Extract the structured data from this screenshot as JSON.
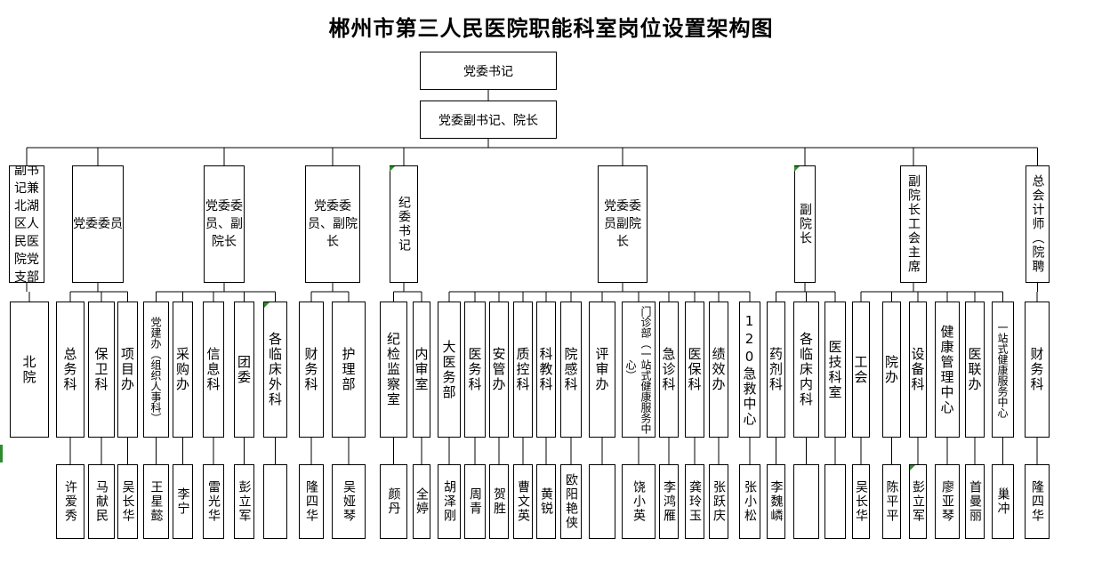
{
  "title": "郴州市第三人民医院职能科室岗位设置架构图",
  "top": [
    "党委书记",
    "党委副书记、院长"
  ],
  "groups": [
    {
      "manager": "党委副书记兼北湖区人民医院党支部书记",
      "vertical": false,
      "departments": [
        {
          "name": "北院",
          "person": ""
        }
      ]
    },
    {
      "manager": "党委委员",
      "vertical": false,
      "departments": [
        {
          "name": "总务科",
          "person": "许爱秀"
        },
        {
          "name": "保卫科",
          "person": "马献民"
        },
        {
          "name": "项目办",
          "person": "吴长华"
        }
      ]
    },
    {
      "manager": "党委委员、副院长",
      "vertical": false,
      "departments": [
        {
          "name": "党建办（组织人事科）",
          "person": "王星懿"
        },
        {
          "name": "采购办",
          "person": "李宁"
        },
        {
          "name": "信息科",
          "person": "雷光华"
        },
        {
          "name": "团委",
          "person": "彭立军"
        },
        {
          "name": "各临床外科",
          "person": ""
        }
      ]
    },
    {
      "manager": "党委委员、副院长",
      "vertical": false,
      "departments": [
        {
          "name": "财务科",
          "person": "隆四华"
        },
        {
          "name": "护理部",
          "person": "吴娅琴"
        }
      ]
    },
    {
      "manager": "纪委书记",
      "vertical": true,
      "departments": [
        {
          "name": "纪检监察室",
          "person": "颜丹"
        },
        {
          "name": "内审室",
          "person": "全婷"
        }
      ]
    },
    {
      "manager": "党委委员副院长",
      "vertical": false,
      "departments": [
        {
          "name": "大医务部",
          "person": "胡泽刚"
        },
        {
          "name": "医务科",
          "person": "周青"
        },
        {
          "name": "安管办",
          "person": "贺胜"
        },
        {
          "name": "质控科",
          "person": "曹文英"
        },
        {
          "name": "科教科",
          "person": "黄锐"
        },
        {
          "name": "院感科",
          "person": "欧阳艳侠"
        },
        {
          "name": "评审办",
          "person": ""
        },
        {
          "name": "门诊部（一站式健康服务中心）",
          "person": "饶小英"
        },
        {
          "name": "急诊科",
          "person": "李鸿雁"
        },
        {
          "name": "医保科",
          "person": "龚玲玉"
        },
        {
          "name": "绩效办",
          "person": "张跃庆"
        },
        {
          "name": "120急救中心",
          "person": "张小松"
        }
      ]
    },
    {
      "manager": "副院长",
      "vertical": true,
      "departments": [
        {
          "name": "药剂科",
          "person": "李魏嶙"
        },
        {
          "name": "各临床内科",
          "person": ""
        },
        {
          "name": "医技科室",
          "person": ""
        }
      ]
    },
    {
      "manager": "副院长工会主席",
      "vertical": true,
      "departments": [
        {
          "name": "工会",
          "person": "吴长华"
        },
        {
          "name": "院办",
          "person": "陈平平"
        },
        {
          "name": "设备科",
          "person": "彭立军"
        },
        {
          "name": "健康管理中心",
          "person": "廖亚琴"
        },
        {
          "name": "医联办",
          "person": "首曼丽"
        },
        {
          "name": "一站式健康服务中心",
          "person": "巢冲"
        }
      ]
    },
    {
      "manager": "总会计师（院聘",
      "vertical": true,
      "departments": [
        {
          "name": "财务科",
          "person": "隆四华"
        }
      ]
    }
  ]
}
